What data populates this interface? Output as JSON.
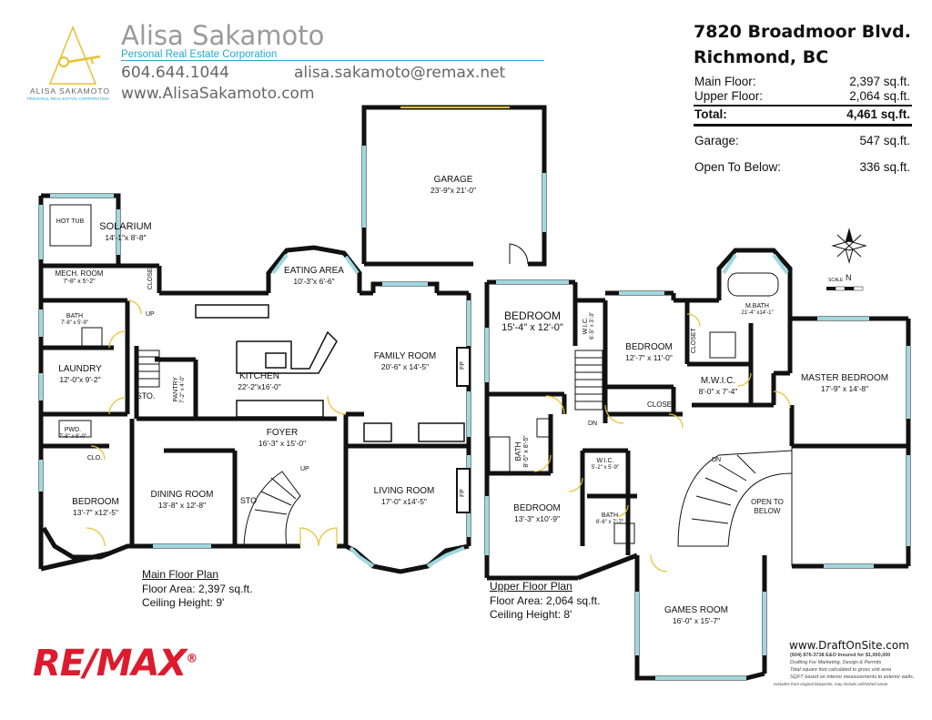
{
  "agent": {
    "name": "Alisa Sakamoto",
    "company": "Personal Real Estate Corporation",
    "phone": "604.644.1044",
    "email": "alisa.sakamoto@remax.net",
    "website": "www.AlisaSakamoto.com",
    "logo_name": "ALISA SAKAMOTO",
    "logo_sub": "PERSONAL REAL ESTATE CORPORATION"
  },
  "property": {
    "address_line1": "7820 Broadmoor Blvd.",
    "address_line2": "Richmond, BC",
    "areas": [
      {
        "label": "Main Floor:",
        "value": "2,397 sq.ft."
      },
      {
        "label": "Upper Floor:",
        "value": "2,064 sq.ft."
      },
      {
        "label": "Total:",
        "value": "4,461 sq.ft."
      },
      {
        "label": "Garage:",
        "value": "547 sq.ft."
      },
      {
        "label": "Open To Below:",
        "value": "336 sq.ft."
      }
    ]
  },
  "rooms": {
    "garage": {
      "name": "GARAGE",
      "dim": "23'-9\"x 21'-0\""
    },
    "solarium": {
      "name": "SOLARIUM",
      "dim": "14'-1\"x 8'-8\""
    },
    "hot_tub": {
      "name": "HOT TUB"
    },
    "mech_room": {
      "name": "MECH. ROOM",
      "dim": "7'-8\" x 5'-2\""
    },
    "closet_main": {
      "name": "CLOSET"
    },
    "eating_area": {
      "name": "EATING AREA",
      "dim": "10'-3\"x 6'-6\""
    },
    "bath_main": {
      "name": "BATH",
      "dim": "7'-8\" x 5'-9\""
    },
    "laundry": {
      "name": "LAUNDRY",
      "dim": "12'-0\"x 9'-2\""
    },
    "pantry": {
      "name": "PANTRY",
      "dim": "7'-2\" x 4'-0\""
    },
    "kitchen": {
      "name": "KITCHEN",
      "dim": "22'-2\"x16'-0\""
    },
    "family_room": {
      "name": "FAMILY ROOM",
      "dim": "20'-6\" x 14'-5\""
    },
    "sto1": {
      "name": "STO."
    },
    "pwd": {
      "name": "PWD.",
      "dim": "7'-8\" x 6'-0\""
    },
    "clo": {
      "name": "CLO."
    },
    "foyer": {
      "name": "FOYER",
      "dim": "16'-3\" x 15'-0\""
    },
    "bedroom_main": {
      "name": "BEDROOM",
      "dim": "13'-7\" x12'-5\""
    },
    "dining_room": {
      "name": "DINING ROOM",
      "dim": "13'-8\" x 12'-8\""
    },
    "sto2": {
      "name": "STO"
    },
    "living_room": {
      "name": "LIVING ROOM",
      "dim": "17'-0\" x14'-5\""
    },
    "bedroom_up1": {
      "name": "BEDROOM",
      "dim": "15'-4\" x 12'-0\""
    },
    "wic_up1": {
      "name": "W.I.C.",
      "dim": "6'-5\" x 3'-3\""
    },
    "bedroom_up2": {
      "name": "BEDROOM",
      "dim": "12'-7\" x 11'-0\""
    },
    "closet_up": {
      "name": "CLOSET"
    },
    "closet_up2": {
      "name": "CLOSET"
    },
    "mbath": {
      "name": "M.BATH",
      "dim": "21'-4\" x14'-1\""
    },
    "mwic": {
      "name": "M.W.I.C.",
      "dim": "8'-0\" x 7'-4\""
    },
    "master_bedroom": {
      "name": "MASTER BEDROOM",
      "dim": "17'-9\" x 14'-8\""
    },
    "bath_up": {
      "name": "BATH",
      "dim": "8'-5\" x 8'-5\""
    },
    "wic_up2": {
      "name": "W.I.C.",
      "dim": "5'-2\" x 5'-9\""
    },
    "bedroom_up3": {
      "name": "BEDROOM",
      "dim": "13'-3\" x10'-9\""
    },
    "bath_up2": {
      "name": "BATH",
      "dim": "6'-6\" x 7'-7\""
    },
    "open_below": {
      "name": "OPEN TO",
      "name2": "BELOW"
    },
    "games_room": {
      "name": "GAMES ROOM",
      "dim": "16'-0\" x 15'-7\""
    }
  },
  "labels": {
    "up": "UP",
    "dn": "DN",
    "fp": "FP",
    "scale": "SCALE",
    "north": "N"
  },
  "main_plan": {
    "title": "Main Floor Plan",
    "area": "Floor Area: 2,397 sq.ft.",
    "ceiling": "Ceiling Height: 9'"
  },
  "upper_plan": {
    "title": "Upper Floor Plan",
    "area": "Floor Area: 2,064 sq.ft.",
    "ceiling": "Ceiling Height: 8'"
  },
  "draftsman": {
    "url": "www.DraftOnSite.com",
    "line1": "(604) 876-3738  E&O Insured for $1,000,000",
    "line2": "Drafting For Marketing, Design & Permits",
    "line3": "Total square foot calculated to gross unit area",
    "line4": "SQFT based on interior measurements to exterior walls,",
    "line5": "excludes from original blueprints, may include unfinished areas"
  },
  "brand": {
    "name": "RE/MAX",
    "reg": "®",
    "color": "#dc1c2e"
  },
  "colors": {
    "accent": "#28a8d0",
    "window": "#9fd8e0",
    "logo_gold": "#e8c030"
  }
}
